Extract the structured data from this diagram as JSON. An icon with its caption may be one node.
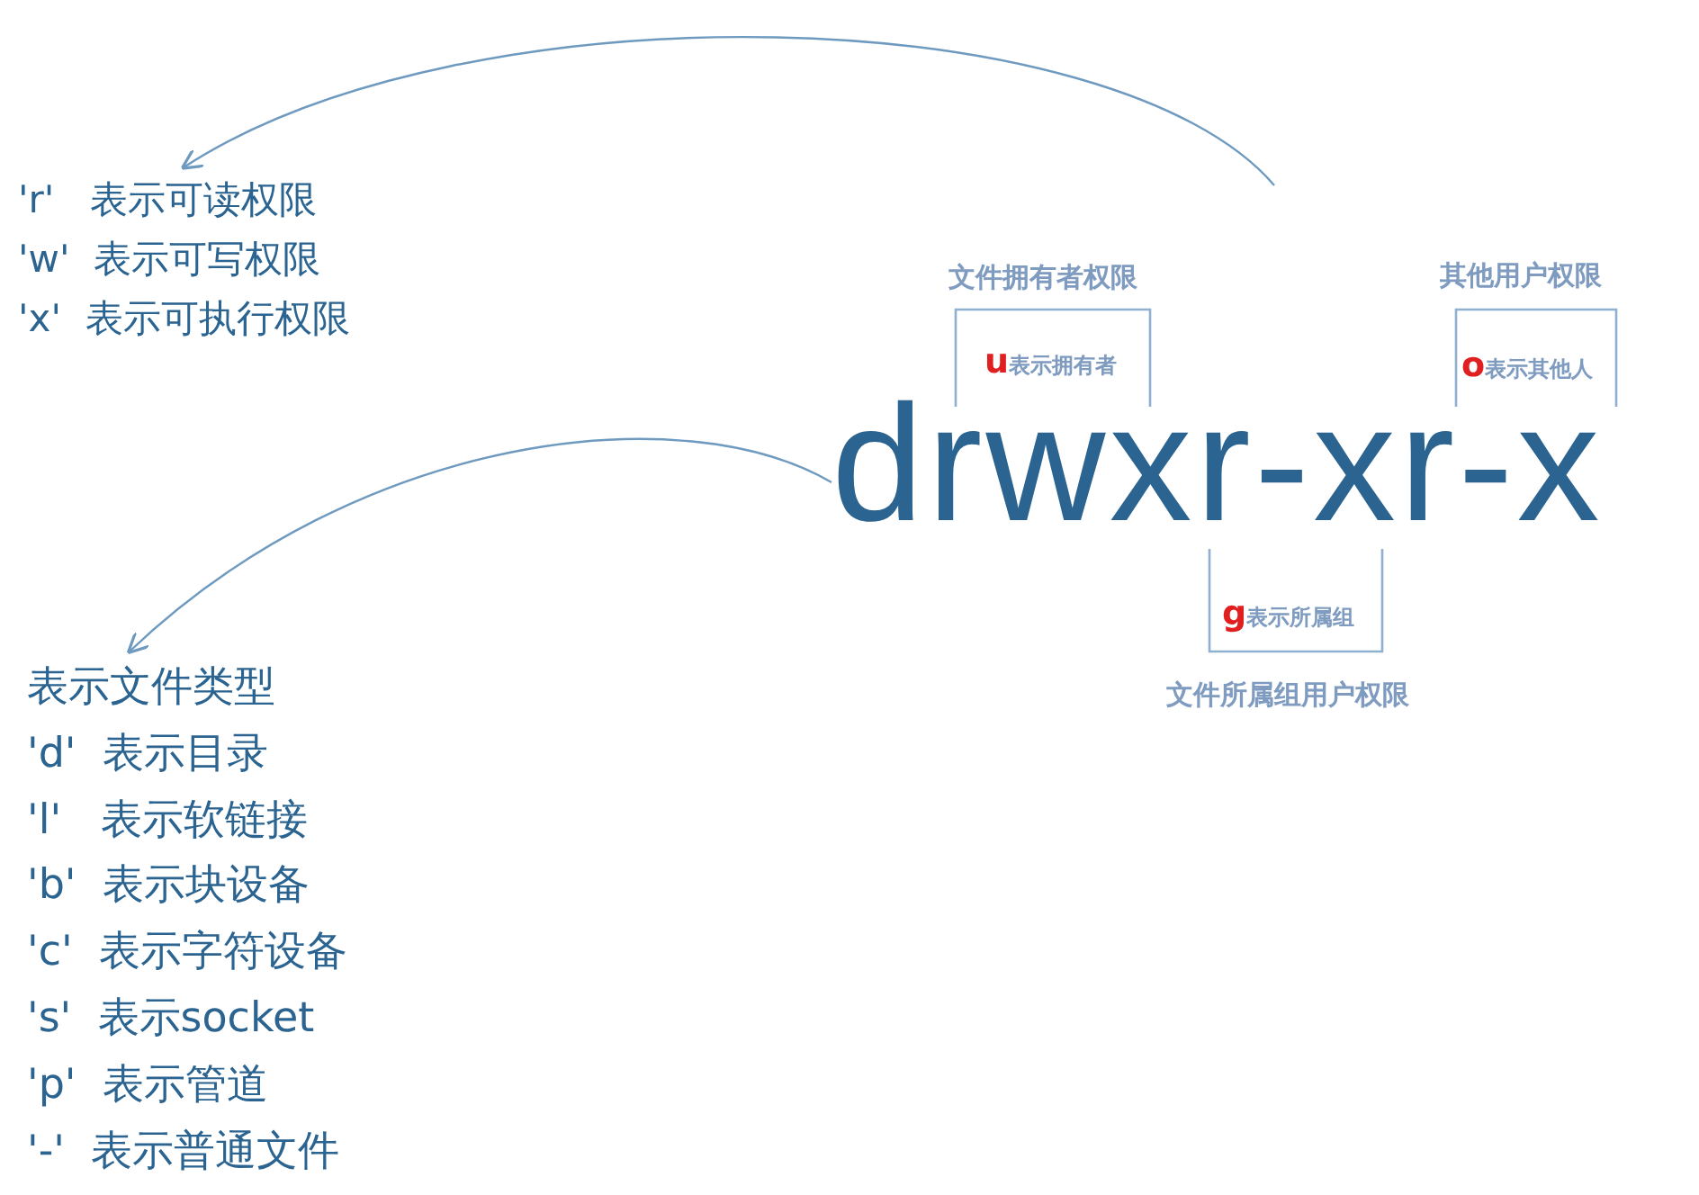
{
  "diagram": {
    "nodes": [
      {
        "text": [
          "'r'   表示可读权限",
          "'w'  表示可写权限",
          "'x'  表示可执行权限"
        ]
      },
      {
        "text": [
          "drwxr-xr-x"
        ]
      },
      {
        "text": [
          "表示文件类型",
          "'d'  表示目录",
          "'l'   表示软链接",
          "'b'  表示块设备",
          "'c'  表示字符设备",
          "'s'  表示socket",
          "'p'  表示管道",
          "'-'  表示普通文件"
        ]
      }
    ],
    "edges": [
      {
        "from": null,
        "to": 0,
        "arrow": "to"
      },
      {
        "from": 1,
        "to": 2,
        "arrow": "to"
      }
    ],
    "labels": [
      "文件拥有者权限",
      "其他用户权限",
      "u表示拥有者",
      "o表示其他人",
      "g表示所属组",
      "文件所属组用户权限"
    ]
  }
}
